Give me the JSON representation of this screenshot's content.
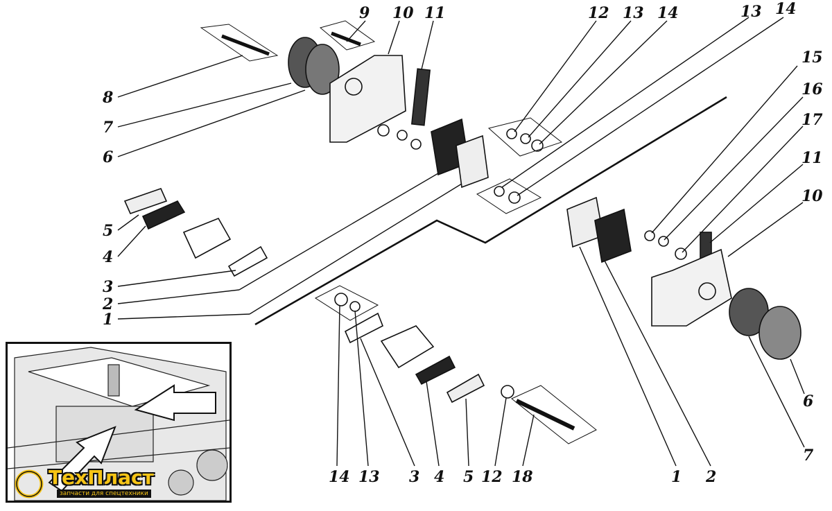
{
  "diagram": {
    "callouts": [
      "9",
      "10",
      "11",
      "12",
      "13",
      "14",
      "13",
      "14",
      "15",
      "16",
      "17",
      "11",
      "10",
      "8",
      "7",
      "6",
      "5",
      "4",
      "3",
      "2",
      "1",
      "6",
      "7",
      "14",
      "13",
      "3",
      "4",
      "5",
      "12",
      "18",
      "1",
      "2"
    ]
  },
  "logo": {
    "brand": "ТехПласт",
    "tagline": "запчасти для спецтехники"
  }
}
